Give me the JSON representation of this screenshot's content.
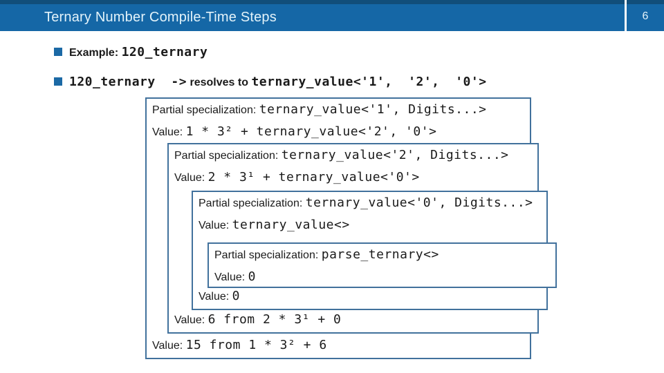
{
  "header": {
    "title": "Ternary Number Compile-Time Steps",
    "page_number": "6"
  },
  "bullets": {
    "b1": {
      "label": "Example: ",
      "code": "120_ternary"
    },
    "b2": {
      "code_lhs": "120_ternary  ->",
      "label": " resolves to ",
      "code_rhs": "ternary_value<'1',  '2',  '0'>"
    }
  },
  "boxes": [
    {
      "label": "Partial specialization: ",
      "spec": "ternary_value<'1', Digits...>",
      "value_label": "Value: ",
      "value": "1 * 3² + ternary_value<'2', '0'>",
      "closing_label": "Value: ",
      "closing_value": "15 from 1 * 3² + 6"
    },
    {
      "label": "Partial specialization: ",
      "spec": "ternary_value<'2', Digits...>",
      "value_label": "Value: ",
      "value": "2 * 3¹ + ternary_value<'0'>",
      "closing_label": "Value: ",
      "closing_value": "6 from 2 * 3¹ + 0"
    },
    {
      "label": "Partial specialization: ",
      "spec": "ternary_value<'0', Digits...>",
      "value_label": "Value: ",
      "value": "ternary_value<>",
      "closing_label": "Value: ",
      "closing_value": "0"
    },
    {
      "label": "Partial specialization: ",
      "spec": "parse_ternary<>",
      "value_label": "Value: ",
      "value": "0"
    }
  ],
  "colors": {
    "header_bar": "#1567A6",
    "header_accent": "#114E7A",
    "header_text": "#E3F3FA",
    "bullet_square": "#1B69A5",
    "box_border": "#41719C",
    "body_text": "#1A1A1A"
  }
}
